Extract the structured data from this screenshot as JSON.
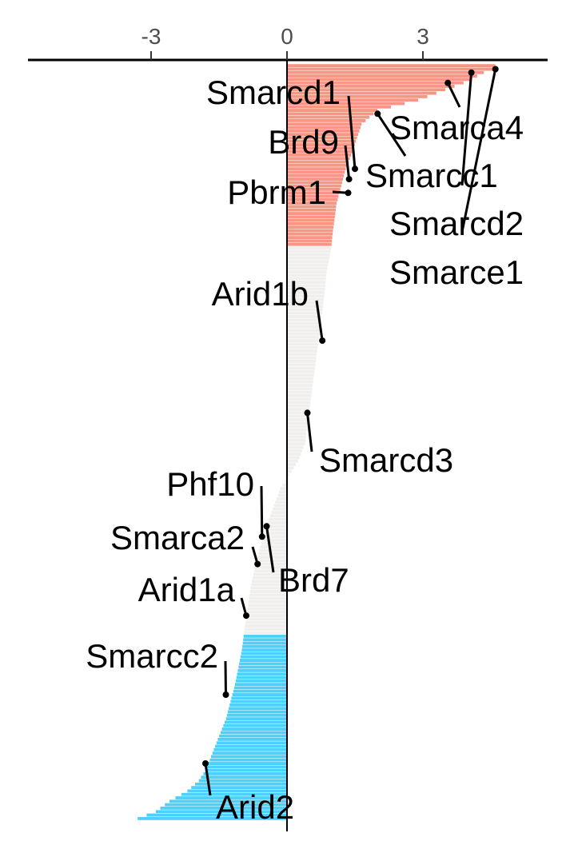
{
  "chart_data": {
    "type": "bar",
    "orientation": "horizontal",
    "x_axis_position": "top",
    "xlim": [
      -5.7,
      5.8
    ],
    "xticks": [
      -3,
      0,
      3
    ],
    "tick_labels": [
      "-3",
      "0",
      "3"
    ],
    "title": "",
    "xlabel": "",
    "ylabel": "",
    "grid": false,
    "colors": {
      "high": "#f99584",
      "mid": "#f0efed",
      "low": "#4dd0fb"
    },
    "n_bars": 220,
    "curve_knots": [
      [
        0,
        4.6
      ],
      [
        1,
        4.55
      ],
      [
        2,
        4.35
      ],
      [
        5,
        3.9
      ],
      [
        8,
        3.3
      ],
      [
        10,
        2.9
      ],
      [
        13,
        2.0
      ],
      [
        17,
        1.65
      ],
      [
        25,
        1.45
      ],
      [
        30,
        1.3
      ],
      [
        35,
        1.2
      ],
      [
        40,
        1.1
      ],
      [
        45,
        1.05
      ],
      [
        50,
        1.0
      ],
      [
        53,
        0.98
      ],
      [
        60,
        0.88
      ],
      [
        70,
        0.8
      ],
      [
        80,
        0.7
      ],
      [
        90,
        0.6
      ],
      [
        100,
        0.5
      ],
      [
        110,
        0.4
      ],
      [
        115,
        0.25
      ],
      [
        120,
        0.0
      ],
      [
        123,
        -0.15
      ],
      [
        130,
        -0.35
      ],
      [
        140,
        -0.6
      ],
      [
        150,
        -0.78
      ],
      [
        160,
        -0.9
      ],
      [
        170,
        -1.0
      ],
      [
        180,
        -1.15
      ],
      [
        190,
        -1.35
      ],
      [
        195,
        -1.5
      ],
      [
        200,
        -1.65
      ],
      [
        205,
        -1.8
      ],
      [
        208,
        -1.95
      ],
      [
        211,
        -2.2
      ],
      [
        214,
        -2.6
      ],
      [
        217,
        -2.9
      ],
      [
        219,
        -3.3
      ]
    ],
    "categories_bounds": {
      "high_end": 53,
      "mid_end": 166
    },
    "highlighted_genes": [
      {
        "name": "Smarce1",
        "rank": 1,
        "value": 4.6,
        "anchor": "start"
      },
      {
        "name": "Smarcd2",
        "rank": 2,
        "value": 4.07,
        "anchor": "start"
      },
      {
        "name": "Smarca4",
        "rank": 5,
        "value": 3.55,
        "anchor": "start"
      },
      {
        "name": "Smarcc1",
        "rank": 14,
        "value": 2.0,
        "anchor": "start"
      },
      {
        "name": "Smarcd1",
        "rank": 30,
        "value": 1.5,
        "anchor": "end"
      },
      {
        "name": "Brd9",
        "rank": 33,
        "value": 1.37,
        "anchor": "end"
      },
      {
        "name": "Pbrm1",
        "rank": 37,
        "value": 1.35,
        "anchor": "end"
      },
      {
        "name": "Arid1b",
        "rank": 80,
        "value": 0.78,
        "anchor": "end"
      },
      {
        "name": "Smarcd3",
        "rank": 101,
        "value": 0.45,
        "anchor": "start"
      },
      {
        "name": "Phf10",
        "rank": 137,
        "value": -0.55,
        "anchor": "end"
      },
      {
        "name": "Brd7",
        "rank": 134,
        "value": -0.45,
        "anchor": "start"
      },
      {
        "name": "Smarca2",
        "rank": 145,
        "value": -0.65,
        "anchor": "end"
      },
      {
        "name": "Arid1a",
        "rank": 160,
        "value": -0.9,
        "anchor": "end"
      },
      {
        "name": "Smarcc2",
        "rank": 183,
        "value": -1.35,
        "anchor": "end"
      },
      {
        "name": "Arid2",
        "rank": 203,
        "value": -1.8,
        "anchor": "start"
      }
    ]
  }
}
